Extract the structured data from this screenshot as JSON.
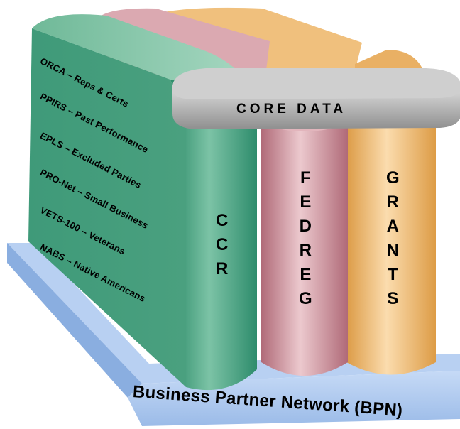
{
  "colors": {
    "green": "#2f8f6f",
    "pink": "#b87683",
    "orange": "#e5a352",
    "gray": "#9d9d9d",
    "base": "#a8c4ee"
  },
  "side_programs": [
    "ORCA – Reps & Certs",
    "PPIRS – Past Performance",
    "EPLS – Excluded Parties",
    "PRO-Net – Small Business",
    "VETS-100 – Veterans",
    "NABS – Native Americans"
  ],
  "core_label": "CORE DATA",
  "columns": {
    "ccr": [
      "C",
      "C",
      "R"
    ],
    "fedreg": [
      "F",
      "E",
      "D",
      "R",
      "E",
      "G"
    ],
    "grants": [
      "G",
      "R",
      "A",
      "N",
      "T",
      "S"
    ]
  },
  "base_label": "Business Partner Network (BPN)"
}
